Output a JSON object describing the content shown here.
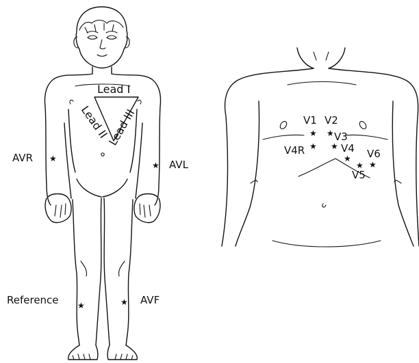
{
  "limb_leads": {
    "lead_i": "Lead I",
    "lead_ii": "Lead II",
    "lead_iii": "Lead III",
    "avr": "AVR",
    "avl": "AVL",
    "avf": "AVF",
    "reference": "Reference"
  },
  "chest_leads": {
    "v1": "V1",
    "v2": "V2",
    "v3": "V3",
    "v4": "V4",
    "v4r": "V4R",
    "v5": "V5",
    "v6": "V6"
  },
  "marker_symbol": "★"
}
